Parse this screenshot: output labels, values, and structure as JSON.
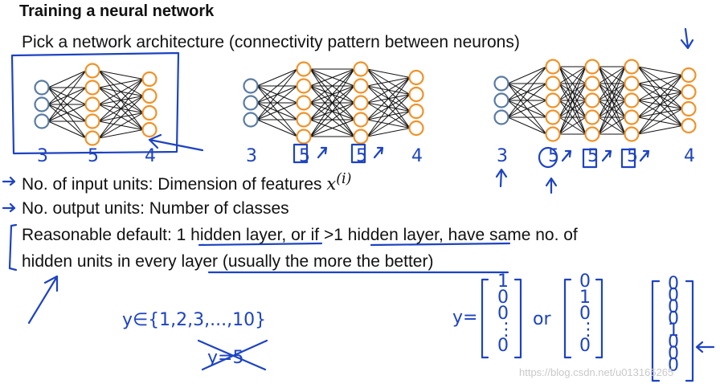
{
  "title": "Training a neural network",
  "subtitle": "Pick a network architecture (connectivity pattern between neurons)",
  "bullets": {
    "b1_text": "No. of input units: Dimension of features ",
    "b1_math": "x",
    "b1_sup": "(i)",
    "b2_text": "No. output units: Number of classes",
    "b3_pre": "Reasonable default: ",
    "b3_u1": "1 hidden layer",
    "b3_mid": ", or if ",
    "b3_u2": ">1 hidden layer",
    "b3_post": ", have same no. of",
    "b4_pre": "hidden units in every ",
    "b4_u": "layer (usually the more the better)"
  },
  "networks": [
    {
      "layers": [
        3,
        5,
        4
      ],
      "labels": [
        "3",
        "5",
        "4"
      ]
    },
    {
      "layers": [
        3,
        5,
        5,
        4
      ],
      "labels": [
        "3",
        "5",
        "5",
        "4"
      ]
    },
    {
      "layers": [
        3,
        5,
        5,
        5,
        4
      ],
      "labels": [
        "3",
        "5",
        "5",
        "5",
        "4"
      ]
    }
  ],
  "handwriting": {
    "set_expr": "y∈{1,2,3,...,10}",
    "crossed": "y=5",
    "y_eq": "y=",
    "or": "or",
    "vec1": [
      "1",
      "0",
      "0",
      "⋮",
      "0"
    ],
    "vec2": [
      "0",
      "1",
      "0",
      "⋮",
      "0"
    ],
    "vec3": [
      "0",
      "0",
      "0",
      "0",
      "1",
      "0",
      "0",
      "0"
    ]
  },
  "watermark": "https://blog.csdn.net/u013165265",
  "colors": {
    "input_neuron": "#5a7ba3",
    "hidden_neuron": "#f09228",
    "ink": "#1d43c2"
  }
}
